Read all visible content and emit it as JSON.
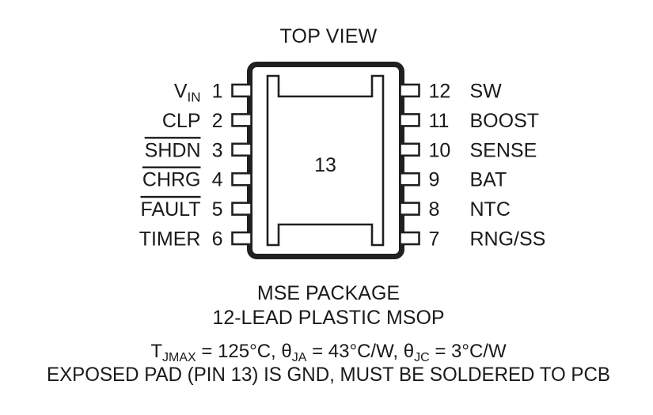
{
  "figure": {
    "title": "TOP VIEW",
    "package_name": "MSE PACKAGE",
    "package_desc": "12-LEAD PLASTIC MSOP",
    "exposed_pad_number": "13",
    "note": "EXPOSED PAD (PIN 13) IS GND, MUST BE SOLDERED TO PCB",
    "ink_color": "#231f20",
    "background_color": "#ffffff"
  },
  "thermal": {
    "tjmax_symbol": "T",
    "tjmax_sub": "JMAX",
    "tjmax_value": " = 125°C, ",
    "theta_ja_symbol": "θ",
    "theta_ja_sub": "JA",
    "theta_ja_value": " = 43°C/W, ",
    "theta_jc_symbol": "θ",
    "theta_jc_sub": "JC",
    "theta_jc_value": " = 3°C/W"
  },
  "pins": {
    "left": [
      {
        "number": "1",
        "label": "V",
        "sub": "IN",
        "overbar": false
      },
      {
        "number": "2",
        "label": "CLP",
        "sub": "",
        "overbar": false
      },
      {
        "number": "3",
        "label": "SHDN",
        "sub": "",
        "overbar": true
      },
      {
        "number": "4",
        "label": "CHRG",
        "sub": "",
        "overbar": true
      },
      {
        "number": "5",
        "label": "FAULT",
        "sub": "",
        "overbar": true
      },
      {
        "number": "6",
        "label": "TIMER",
        "sub": "",
        "overbar": false
      }
    ],
    "right": [
      {
        "number": "12",
        "label": "SW",
        "sub": "",
        "overbar": false
      },
      {
        "number": "11",
        "label": "BOOST",
        "sub": "",
        "overbar": false
      },
      {
        "number": "10",
        "label": "SENSE",
        "sub": "",
        "overbar": false
      },
      {
        "number": "9",
        "label": "BAT",
        "sub": "",
        "overbar": false
      },
      {
        "number": "8",
        "label": "NTC",
        "sub": "",
        "overbar": false
      },
      {
        "number": "7",
        "label": "RNG/SS",
        "sub": "",
        "overbar": false
      }
    ]
  }
}
